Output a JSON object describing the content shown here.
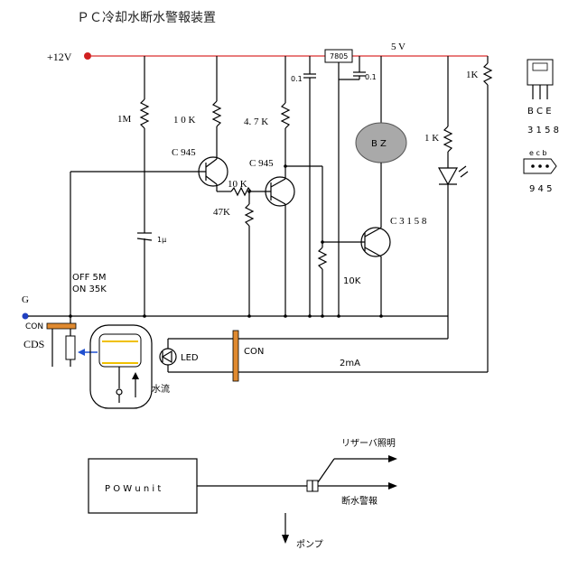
{
  "title": "ＰＣ冷却水断水警報装置",
  "labels": {
    "supply": "+12V",
    "v5": "5 V",
    "reg": "7805",
    "c1": "0.1",
    "c2": "0.1",
    "r1m": "1M",
    "r10k_a": "1 0 K",
    "r47k_top": "4. 7 K",
    "c945_a": "C 945",
    "c945_b": "C 945",
    "r10k_b": "10 K",
    "r47k": "47K",
    "cap1u": "1μ",
    "off": "OFF   5M",
    "on": "ON    35K",
    "r10k_c": "10K",
    "bz": "B Z",
    "r1k_a": "1 K",
    "r1k_b": "1K",
    "c3158": "C 3 1 5 8",
    "ground": "G",
    "con_a": "CON",
    "cds": "CDS",
    "led": "LED",
    "con_b": "CON",
    "current": "2mA",
    "flow": "水流",
    "bce": "B C E",
    "num3158": "3 1 5 8",
    "ecb": "e c b",
    "num945": "9 4 5",
    "pow": "P O W   u n i t",
    "backlight": "リザーバ照明",
    "alarm": "断水警報",
    "pump": "ポンプ"
  },
  "colors": {
    "supply_line": "#e05050",
    "terminal": "#d02020",
    "ground_dot": "#2040c0",
    "connector": "#e08a30",
    "buzzer": "#a9a9a9",
    "arrow": "#2050d0"
  }
}
